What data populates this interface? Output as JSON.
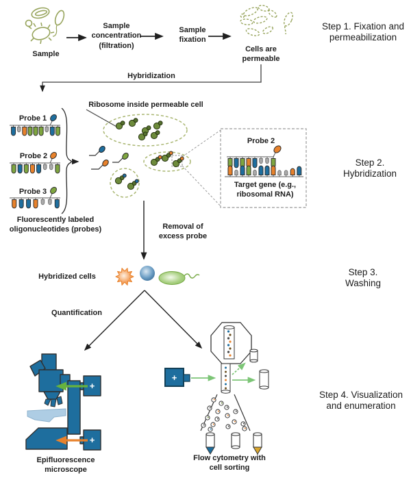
{
  "glyphs": {
    "plus": "+"
  },
  "colors": {
    "blue": "#1E6E9E",
    "orange": "#E8822C",
    "green": "#7FA640",
    "gray": "#ABABAB",
    "olive": "#97A45C",
    "cell_outline": "#A9B671",
    "ribosome": "#6D8B3B",
    "ribosome_dark": "#55702E",
    "laser_green": "#7CC576",
    "arrow_green": "#67B23E",
    "stage_blue": "#AECDE4",
    "teal_dark": "#123F56",
    "tip_yellow": "#D9A62E",
    "text": "#1B1B1B"
  },
  "step_labels": {
    "step1": "Step 1. Fixation and permeabilization",
    "step2": "Step 2. Hybridization",
    "step3": "Step 3. Washing",
    "step4": "Step 4. Visualization and enumeration"
  },
  "top_row": {
    "sample": "Sample",
    "concentration": "Sample concentration (filtration)",
    "fixation": "Sample fixation",
    "permeable": "Cells are permeable",
    "hybridization": "Hybridization"
  },
  "probe_panel": {
    "caption": "Fluorescently labeled oligonucleotides (probes)",
    "probes": [
      {
        "name": "Probe 1",
        "fluorophore": "blue",
        "sequence": [
          "blue",
          "gray",
          "orange",
          "green",
          "green",
          "green",
          "gray",
          "blue",
          "green"
        ]
      },
      {
        "name": "Probe 2",
        "fluorophore": "orange",
        "sequence": [
          "green",
          "blue",
          "green",
          "orange",
          "blue",
          "gray",
          "gray",
          "green"
        ]
      },
      {
        "name": "Probe 3",
        "fluorophore": "green",
        "sequence": [
          "orange",
          "blue",
          "blue",
          "orange",
          "gray",
          "gray",
          "blue"
        ]
      }
    ]
  },
  "hybridization_panel": {
    "ribosome_label": "Ribosome inside permeable cell",
    "removal_label": "Removal of excess probe"
  },
  "inset": {
    "probe_label": "Probe 2",
    "fluorophore": "orange",
    "target_label": "Target gene (e.g., ribosomal RNA)",
    "probe_sequence": [
      "green",
      "blue",
      "green",
      "orange",
      "blue",
      "gray",
      "gray",
      "green"
    ],
    "target_paired": [
      "orange",
      "gray",
      "blue",
      "green",
      "gray",
      "blue",
      "blue",
      "orange"
    ],
    "target_unpaired": [
      {
        "color": "gray",
        "len": 4
      },
      {
        "color": "gray",
        "len": 4
      },
      {
        "color": "orange",
        "len": 6
      },
      {
        "color": "blue",
        "len": 9
      }
    ]
  },
  "washing_panel": {
    "hybridized_label": "Hybridized cells"
  },
  "visualization_panel": {
    "quantification_label": "Quantification",
    "microscope_label": "Epifluorescence microscope",
    "cytometry_label": "Flow cytometry with cell sorting"
  }
}
